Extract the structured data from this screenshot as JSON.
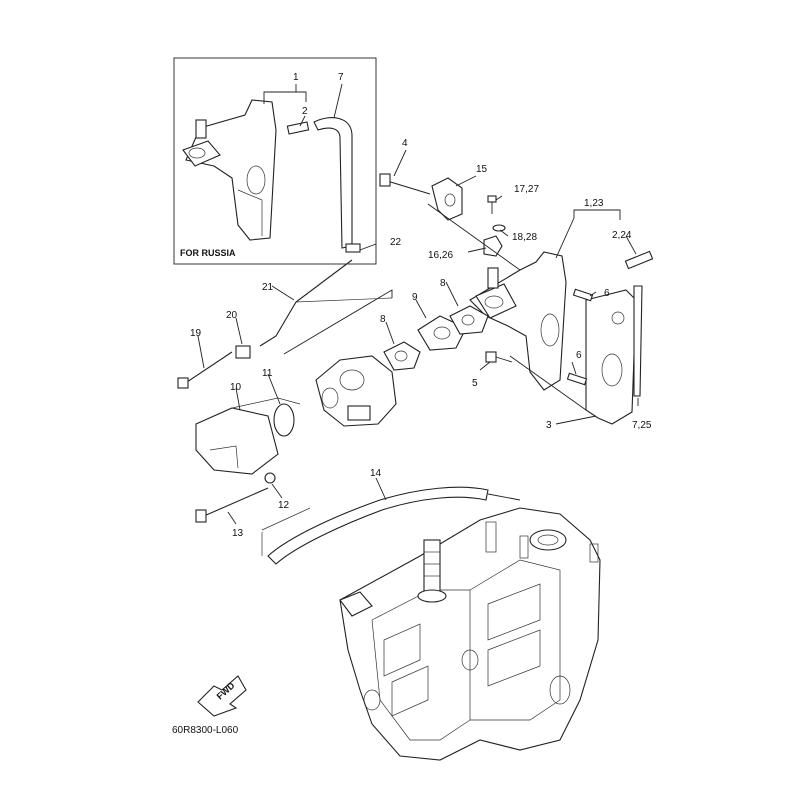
{
  "inset": {
    "caption": "FOR RUSSIA"
  },
  "labels": {
    "c1": "1",
    "c7": "7",
    "c2": "2",
    "c4": "4",
    "c15": "15",
    "c17_27": "17,27",
    "c18_28": "18,28",
    "c16_26": "16,26",
    "c22": "22",
    "c1_23": "1,23",
    "c2_24": "2,24",
    "c21": "21",
    "c20": "20",
    "c19": "19",
    "c9": "9",
    "c8a": "8",
    "c8b": "8",
    "c6a": "6",
    "c6b": "6",
    "c5": "5",
    "c3": "3",
    "c7_25": "7,25",
    "c10": "10",
    "c11": "11",
    "c12": "12",
    "c13": "13",
    "c14": "14"
  },
  "badge": {
    "fwd": "FWD"
  },
  "footer": {
    "code": "60R8300-L060"
  }
}
